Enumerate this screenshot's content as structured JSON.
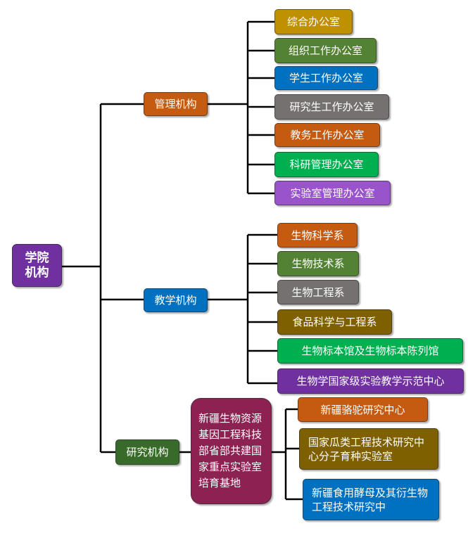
{
  "root": {
    "label": "学院机构",
    "color": "#7030a0"
  },
  "branches": [
    {
      "label": "管理机构",
      "color": "#c55a11",
      "children": [
        {
          "label": "综合办公室",
          "color": "#bf9000"
        },
        {
          "label": "组织工作办公室",
          "color": "#548235"
        },
        {
          "label": "学生工作办公室",
          "color": "#0070c0"
        },
        {
          "label": "研究生工作办公室",
          "color": "#767171"
        },
        {
          "label": "教务工作办公室",
          "color": "#c55a11"
        },
        {
          "label": "科研管理办公室",
          "color": "#00b050"
        },
        {
          "label": "实验室管理办公室",
          "color": "#9954cc"
        }
      ]
    },
    {
      "label": "教学机构",
      "color": "#0070c0",
      "children": [
        {
          "label": "生物科学系",
          "color": "#c55a11"
        },
        {
          "label": "生物技术系",
          "color": "#548235"
        },
        {
          "label": "生物工程系",
          "color": "#767171"
        },
        {
          "label": "食品科学与工程系",
          "color": "#7f6000"
        },
        {
          "label": "生物标本馆及生物标本陈列馆",
          "color": "#00b050"
        },
        {
          "label": "生物学国家级实验教学示范中心",
          "color": "#7030a0"
        }
      ]
    },
    {
      "label": "研究机构",
      "color": "#386b2a",
      "intermediate": {
        "label": "新疆生物资源基因工程科技部省部共建国家重点实验室培育基地",
        "color": "#8b2252"
      },
      "children": [
        {
          "label": "新疆骆驼研究中心",
          "color": "#c55a11"
        },
        {
          "label": "国家瓜类工程技术研究中心分子育种实验室",
          "color": "#7f6000"
        },
        {
          "label": "新疆食用酵母及其衍生物工程技术研究中",
          "color": "#0070c0"
        }
      ]
    }
  ]
}
